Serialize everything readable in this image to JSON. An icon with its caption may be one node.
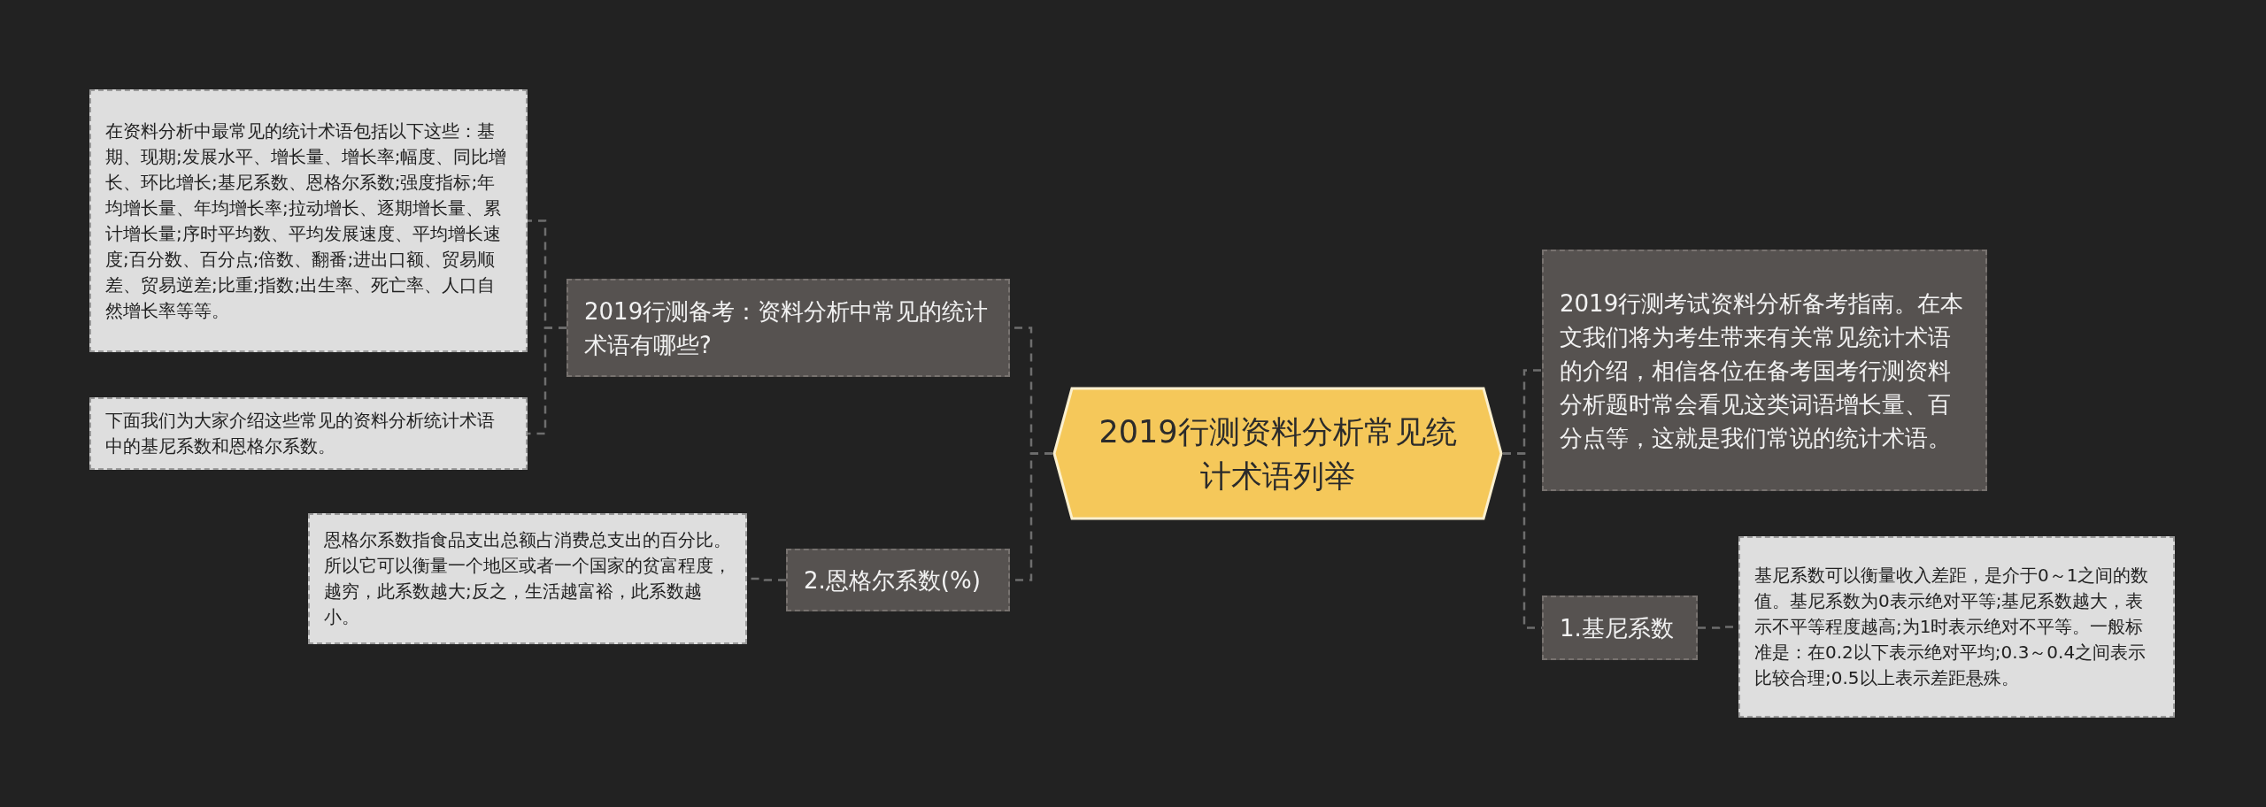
{
  "diagram": {
    "nodes": [
      {
        "text": [
          "2019行测资料分析常见统计术语列举"
        ]
      },
      {
        "text": [
          "2019行测备考：资料分析中常见的统计术语有哪些?"
        ]
      },
      {
        "text": [
          "在资料分析中最常见的统计术语包括以下这些：基期、现期;发展水平、增长量、增长率;幅度、同比增长、环比增长;基尼系数、恩格尔系数;强度指标;年均增长量、年均增长率;拉动增长、逐期增长量、累计增长量;序时平均数、平均发展速度、平均增长速度;百分数、百分点;倍数、翻番;进出口额、贸易顺差、贸易逆差;比重;指数;出生率、死亡率、人口自然增长率等等。"
        ]
      },
      {
        "text": [
          "下面我们为大家介绍这些常见的资料分析统计术语中的基尼系数和恩格尔系数。"
        ]
      },
      {
        "text": [
          "2.恩格尔系数(%)"
        ]
      },
      {
        "text": [
          "恩格尔系数指食品支出总额占消费总支出的百分比。所以它可以衡量一个地区或者一个国家的贫富程度，越穷，此系数越大;反之，生活越富裕，此系数越小。"
        ]
      },
      {
        "text": [
          "2019行测考试资料分析备考指南。在本文我们将为考生带来有关常见统计术语的介绍，相信各位在备考国考行测资料分析题时常会看见这类词语增长量、百分点等，这就是我们常说的统计术语。"
        ]
      },
      {
        "text": [
          "1.基尼系数"
        ]
      },
      {
        "text": [
          "基尼系数可以衡量收入差距，是介于0～1之间的数值。基尼系数为0表示绝对平等;基尼系数越大，表示不平等程度越高;为1时表示绝对不平等。一般标准是：在0.2以下表示绝对平均;0.3～0.4之间表示比较合理;0.5以上表示差距悬殊。"
        ]
      }
    ],
    "edges": [
      {
        "from": 0,
        "to": 1,
        "arrow": "none"
      },
      {
        "from": 1,
        "to": 2,
        "arrow": "none"
      },
      {
        "from": 1,
        "to": 3,
        "arrow": "none"
      },
      {
        "from": 0,
        "to": 4,
        "arrow": "none"
      },
      {
        "from": 4,
        "to": 5,
        "arrow": "none"
      },
      {
        "from": 0,
        "to": 6,
        "arrow": "none"
      },
      {
        "from": 0,
        "to": 7,
        "arrow": "none"
      },
      {
        "from": 7,
        "to": 8,
        "arrow": "none"
      }
    ]
  }
}
